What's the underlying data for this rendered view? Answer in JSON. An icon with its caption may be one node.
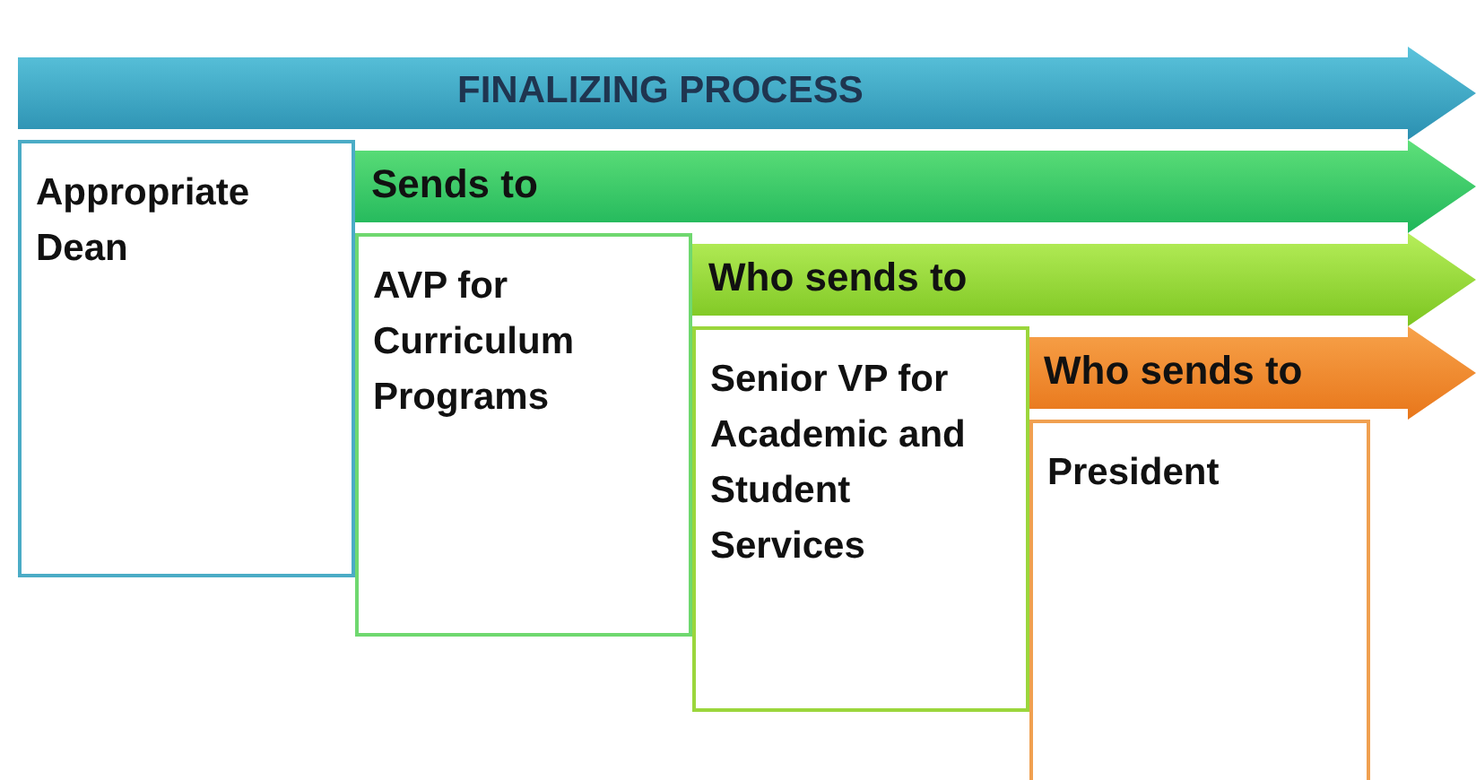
{
  "diagram": {
    "nodes": [
      {
        "text": [
          "FINALIZING PROCESS"
        ]
      },
      {
        "text": [
          "Appropriate Dean"
        ]
      },
      {
        "text": [
          "Sends to"
        ]
      },
      {
        "text": [
          "AVP for Curriculum Programs"
        ]
      },
      {
        "text": [
          "Who sends to"
        ]
      },
      {
        "text": [
          "Senior VP for Academic and Student Services"
        ]
      },
      {
        "text": [
          "Who sends to"
        ]
      },
      {
        "text": [
          "President"
        ]
      }
    ]
  }
}
